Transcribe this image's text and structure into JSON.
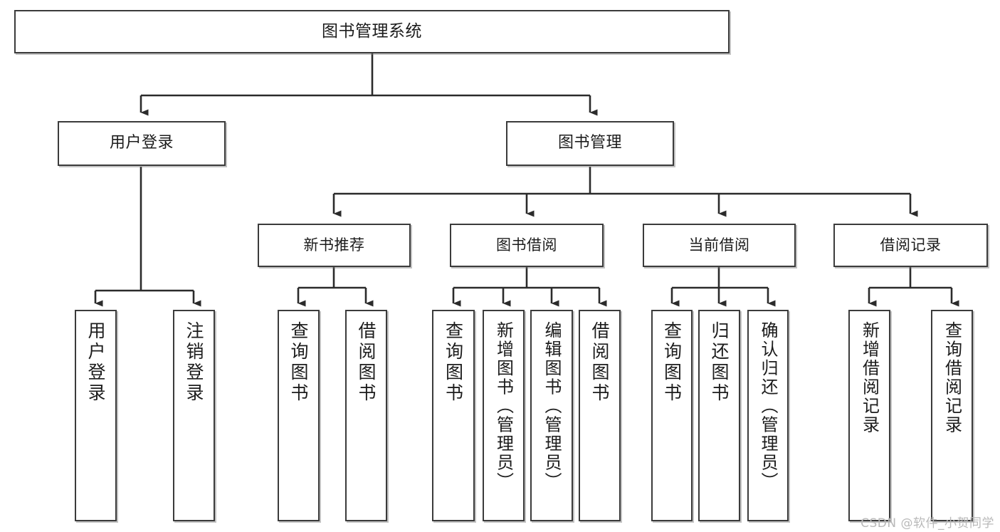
{
  "diagram": {
    "type": "tree",
    "title": "图书管理系统",
    "watermark": "CSDN @软件_小贺同学",
    "colors": {
      "box_border": "#3b3b3b",
      "box_fill": "#ffffff",
      "edge": "#2b2b2b",
      "text": "#1c1c1c",
      "watermark": "#b9b9b9"
    },
    "root": {
      "label": "图书管理系统"
    },
    "level2": [
      {
        "label": "用户登录"
      },
      {
        "label": "图书管理"
      }
    ],
    "level3": [
      {
        "label": "新书推荐"
      },
      {
        "label": "图书借阅"
      },
      {
        "label": "当前借阅"
      },
      {
        "label": "借阅记录"
      }
    ],
    "leaves": {
      "user_login": [
        {
          "label": "用户登录"
        },
        {
          "label": "注销登录"
        }
      ],
      "new_book_recommend": [
        {
          "label": "查询图书"
        },
        {
          "label": "借阅图书"
        }
      ],
      "book_borrow": [
        {
          "label": "查询图书"
        },
        {
          "label": "新增图书（管理员）"
        },
        {
          "label": "编辑图书（管理员）"
        },
        {
          "label": "借阅图书"
        }
      ],
      "current_borrow": [
        {
          "label": "查询图书"
        },
        {
          "label": "归还图书"
        },
        {
          "label": "确认归还（管理员）"
        }
      ],
      "borrow_record": [
        {
          "label": "新增借阅记录"
        },
        {
          "label": "查询借阅记录"
        }
      ]
    }
  }
}
